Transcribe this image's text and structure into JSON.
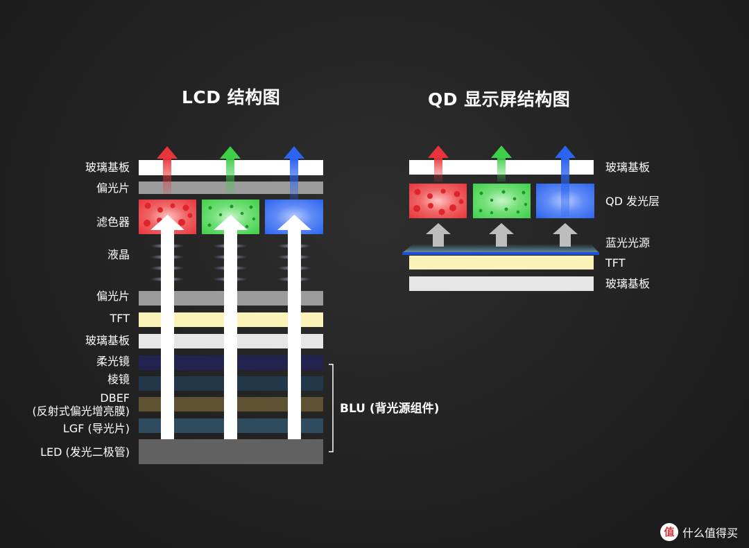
{
  "lcd": {
    "title": "LCD 结构图",
    "labels": {
      "glass_top": "玻璃基板",
      "polarizer_top": "偏光片",
      "color_filter": "滤色器",
      "liquid_crystal": "液晶",
      "polarizer_bottom": "偏光片",
      "tft": "TFT",
      "glass_bottom": "玻璃基板",
      "diffuser": "柔光镜",
      "prism": "棱镜",
      "dbef_line1": "DBEF",
      "dbef_line2": "(反射式偏光增亮膜)",
      "lgf": "LGF (导光片)",
      "led": "LED (发光二极管)"
    },
    "blu_label": "BLU (背光源组件)"
  },
  "qd": {
    "title": "QD 显示屏结构图",
    "labels": {
      "glass_top": "玻璃基板",
      "qd_layer": "QD 发光层",
      "blue_source": "蓝光光源",
      "tft": "TFT",
      "glass_bottom": "玻璃基板"
    }
  },
  "colors": {
    "red": "#e8343a",
    "green": "#3fcf49",
    "blue": "#2c63f0",
    "white_layer": "#ffffff",
    "polarizer": "#9c9c9c",
    "tft": "#fbf2b8",
    "glass_light": "#e6e6e6",
    "diffuser": "#23234f",
    "prism": "#22384a",
    "dbef": "#5e5232",
    "lgf": "#2f4c5e",
    "led": "#616161"
  },
  "watermark": {
    "logo": "值",
    "text": "什么值得买"
  }
}
